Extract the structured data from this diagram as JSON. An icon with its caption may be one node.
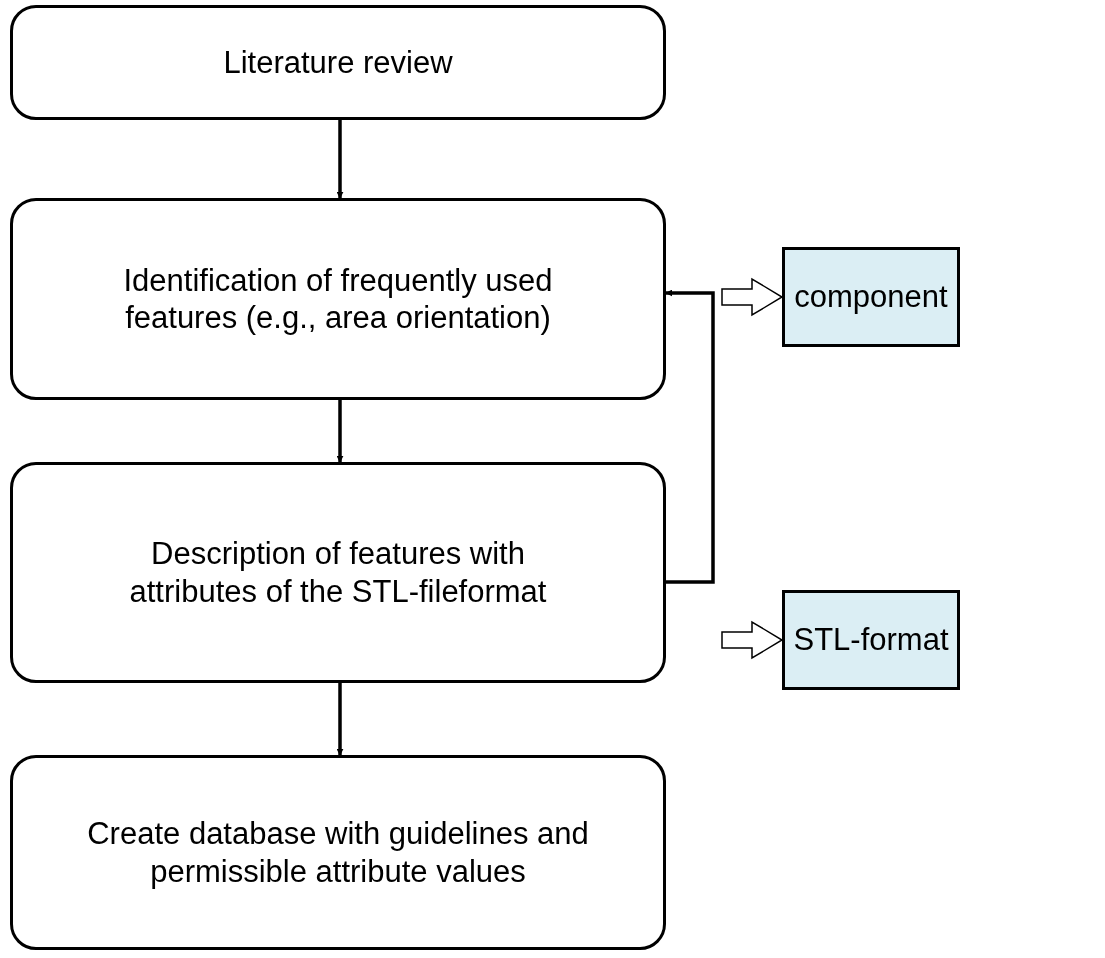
{
  "diagram": {
    "nodes": [
      {
        "text": [
          "Literature review"
        ]
      },
      {
        "text": [
          "Identification of frequently used features (e.g., area orientation)"
        ]
      },
      {
        "text": [
          "Description of features with attributes of the STL-fileformat"
        ]
      },
      {
        "text": [
          "Create database with guidelines and permissible attribute values"
        ]
      },
      {
        "text": [
          "component"
        ]
      },
      {
        "text": [
          "STL-format"
        ]
      }
    ],
    "edges": [
      {
        "from": 0,
        "to": 1,
        "arrow": "to"
      },
      {
        "from": 1,
        "to": 2,
        "arrow": "to"
      },
      {
        "from": 2,
        "to": 3,
        "arrow": "to"
      },
      {
        "from": 2,
        "to": 1,
        "arrow": "to"
      },
      {
        "from": null,
        "to": 4,
        "arrow": "to"
      },
      {
        "from": null,
        "to": 5,
        "arrow": "to"
      }
    ]
  }
}
